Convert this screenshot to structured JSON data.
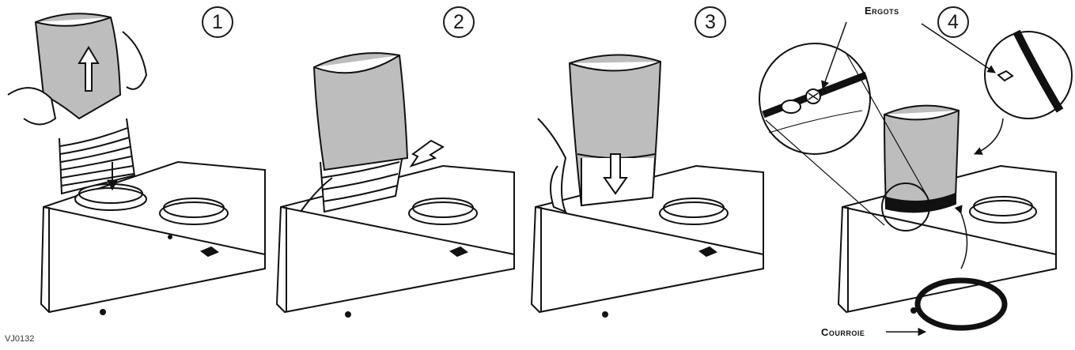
{
  "steps": [
    {
      "number": "1"
    },
    {
      "number": "2"
    },
    {
      "number": "3"
    },
    {
      "number": "4"
    }
  ],
  "callouts": {
    "lugs": "Ergots",
    "strap": "Courroie"
  },
  "reference_code": "VJ0132",
  "colors": {
    "ink": "#111111",
    "filter_gray": "#bdbdbd",
    "paper": "#ffffff"
  }
}
